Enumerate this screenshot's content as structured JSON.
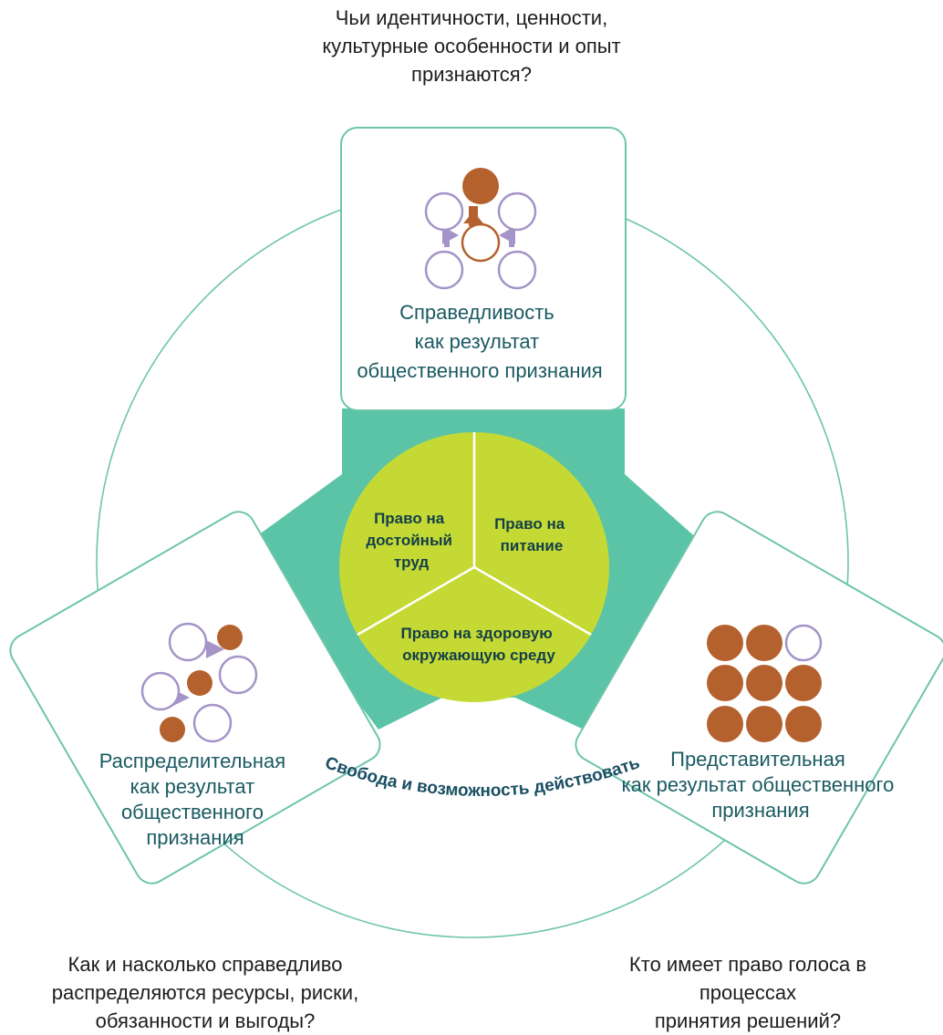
{
  "questions": {
    "top": [
      "Чьи идентичности, ценности,",
      "культурные особенности и опыт",
      "признаются?"
    ],
    "bottom_left": [
      "Как и насколько справедливо",
      "распределяются ресурсы, риски,",
      "обязанности и выгоды?"
    ],
    "bottom_right": [
      "Кто имеет право голоса в",
      "процессах",
      "принятия решений?"
    ]
  },
  "cards": {
    "top": [
      "Справедливость",
      "как результат",
      "общественного признания"
    ],
    "left": [
      "Распределительная",
      "как результат",
      "общественного",
      "признания"
    ],
    "right": [
      "Представительная",
      "как результат общественного",
      "признания"
    ]
  },
  "center": {
    "segment_left": [
      "Право на",
      "достойный",
      "труд"
    ],
    "segment_right": [
      "Право на",
      "питание"
    ],
    "segment_bottom": [
      "Право на здоровую",
      "окружающую среду"
    ]
  },
  "arc_text": "Свобода и возможность действовать",
  "colors": {
    "teal": "#5bc4a6",
    "outline": "#6dc5aa",
    "lime": "#c5d935",
    "brown": "#b5612e",
    "lavender": "#a494c8",
    "dark_teal_text": "#1a5a62"
  },
  "icons": [
    "recognition-icon",
    "distribution-icon",
    "representation-icon"
  ]
}
